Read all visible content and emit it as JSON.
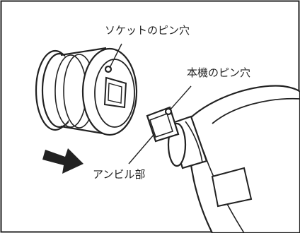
{
  "labels": {
    "socket_pin_hole": "ソケットのピン穴",
    "tool_pin_hole": "本機のピン穴",
    "anvil": "アンビル部"
  },
  "colors": {
    "line": "#222222",
    "background": "#ffffff"
  },
  "icons": {
    "direction": "arrow-right-icon"
  }
}
